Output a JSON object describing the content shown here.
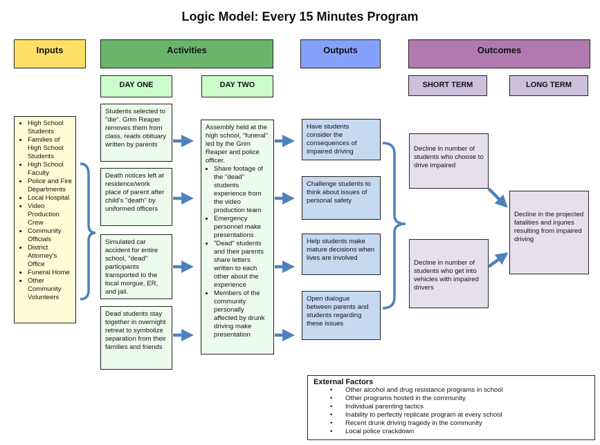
{
  "title": "Logic Model: Every 15 Minutes Program",
  "headers": {
    "inputs": "Inputs",
    "activities": "Activities",
    "outputs": "Outputs",
    "outcomes": "Outcomes"
  },
  "subheaders": {
    "day_one": "DAY ONE",
    "day_two": "DAY TWO",
    "short_term": "SHORT TERM",
    "long_term": "LONG TERM"
  },
  "colors": {
    "inputs": "#ffe066",
    "activities": "#6bb46b",
    "outputs": "#84a2fc",
    "outcomes": "#b07ab0",
    "arrow": "#4f81bd"
  },
  "inputs": [
    "High School Students",
    "Families of High School Students",
    "High School Faculty",
    "Police and Fire Departments",
    "Local Hospital",
    "Video Production Crew",
    "Community Officials",
    "District Attorney's Office",
    "Funeral Home",
    "Other Community Volunteers"
  ],
  "day_one": [
    "Students selected to \"die\". Grim Reaper removes them from class, reads obituary written by parents",
    "Death notices left at residence/work place of parent after child's \"death\" by uniformed officers",
    "Simulated car accident for entire school,  \"dead\" participants transported to the local morgue, ER, and jail.",
    "Dead students stay together in overnight retreat to symbolize separation from their families and friends"
  ],
  "day_two": {
    "intro": "Assembly held at the high school, \"funeral\" led by the Grim Reaper and police officer.",
    "items": [
      "Share footage of the \"dead\" students experience from the video production team",
      "Emergency personnel make presentations",
      "\"Dead\" students and their parents share letters written to each other about the experience",
      "Members of the community personally affected by drunk driving make presentation"
    ]
  },
  "outputs": [
    "Have students consider the consequences of impaired driving",
    "Challenge students to think about issues of personal safety",
    "Help students make mature decisions when lives are involved",
    "Open dialogue between parents and students regarding these issues"
  ],
  "short_term": [
    "Decline in number of students who choose to drive impaired",
    "Decline in number of students who get into vehicles with impaired drivers"
  ],
  "long_term": "Decline in the projected fatalities and injuries resulting from impaired driving",
  "external_factors": {
    "title": "External Factors",
    "items": [
      "Other alcohol and drug resistance programs in school",
      "Other programs hosted in the community",
      "Individual parenting tactics",
      "Inability to perfectly replicate program at every school",
      "Recent drunk driving tragedy in the community",
      "Local police crackdown"
    ]
  }
}
